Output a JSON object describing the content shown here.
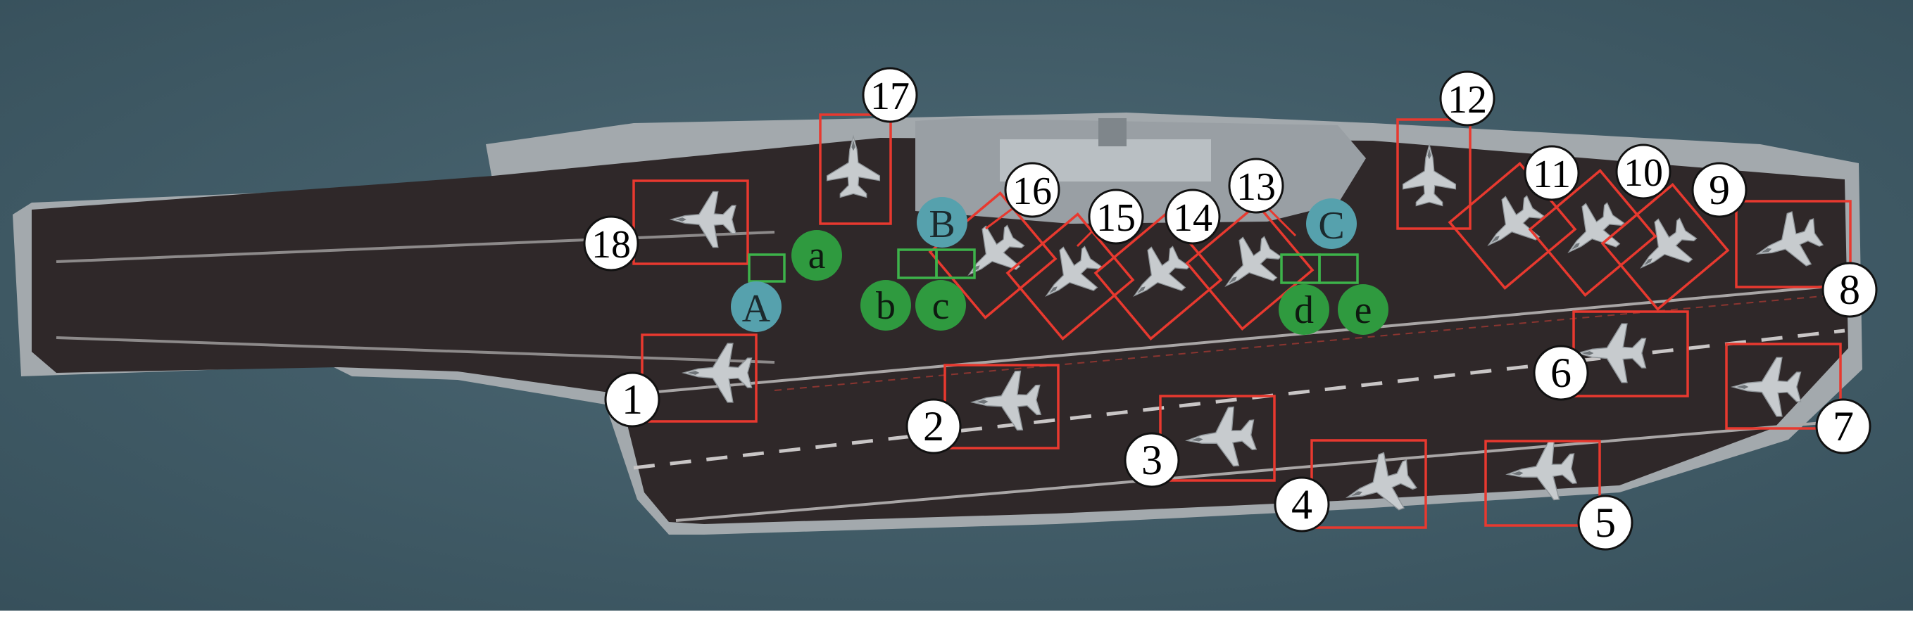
{
  "colors": {
    "sea": "#3f5b66",
    "deck": "#2f2829",
    "deck_edge": "#b3b8bb",
    "marker_box": "#e8392f",
    "device_box": "#3db34a",
    "green_marker": "#2f9a3f",
    "teal_marker": "#56a1ad",
    "callout_fill": "#ffffff",
    "callout_stroke": "#111111"
  },
  "aircraft_callouts": [
    {
      "id": "1",
      "label": "1"
    },
    {
      "id": "2",
      "label": "2"
    },
    {
      "id": "3",
      "label": "3"
    },
    {
      "id": "4",
      "label": "4"
    },
    {
      "id": "5",
      "label": "5"
    },
    {
      "id": "6",
      "label": "6"
    },
    {
      "id": "7",
      "label": "7"
    },
    {
      "id": "8",
      "label": "8"
    },
    {
      "id": "9",
      "label": "9"
    },
    {
      "id": "10",
      "label": "10"
    },
    {
      "id": "11",
      "label": "11"
    },
    {
      "id": "12",
      "label": "12"
    },
    {
      "id": "13",
      "label": "13"
    },
    {
      "id": "14",
      "label": "14"
    },
    {
      "id": "15",
      "label": "15"
    },
    {
      "id": "16",
      "label": "16"
    },
    {
      "id": "17",
      "label": "17"
    },
    {
      "id": "18",
      "label": "18"
    }
  ],
  "station_markers": [
    {
      "id": "A",
      "label": "A"
    },
    {
      "id": "B",
      "label": "B"
    },
    {
      "id": "C",
      "label": "C"
    }
  ],
  "device_markers": [
    {
      "id": "a",
      "label": "a"
    },
    {
      "id": "b",
      "label": "b"
    },
    {
      "id": "c",
      "label": "c"
    },
    {
      "id": "d",
      "label": "d"
    },
    {
      "id": "e",
      "label": "e"
    }
  ]
}
